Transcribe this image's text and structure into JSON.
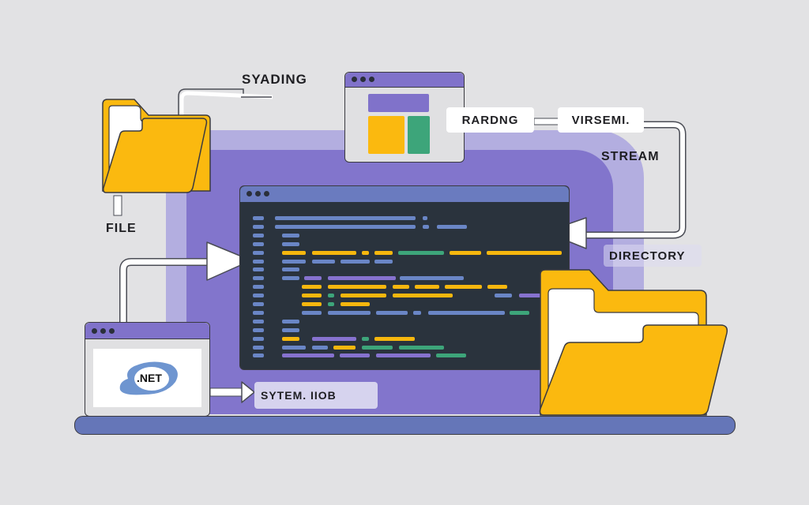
{
  "labels": {
    "top_left": "SYADING",
    "file": "FILE",
    "reading_pill": "RARDNG",
    "version_pill": "VIRSEMI.",
    "stream": "STREAM",
    "directory": "DIRECTORY",
    "system_io": "SYTEM. IIOB",
    "dotnet_logo": ".NET"
  },
  "colors": {
    "background": "#e2e2e4",
    "purple_light": "#b3aee0",
    "purple": "#8275cc",
    "folder_yellow": "#fbb90f",
    "code_bg": "#2a333d",
    "code_titlebar": "#6a7bbf",
    "base_bar": "#6576b8",
    "tok_blue": "#6a86c6",
    "tok_purple": "#8672cf",
    "tok_yellow": "#f6b70e",
    "tok_green": "#3da57a"
  },
  "code_lines": [
    [
      [
        "b",
        0,
        178
      ],
      [
        "b",
        187,
        6
      ],
      [
        "b",
        0,
        0
      ]
    ],
    [
      [
        "b",
        0,
        178
      ],
      [
        "b",
        187,
        8
      ],
      [
        "b",
        205,
        38
      ]
    ],
    [
      [
        "b",
        9,
        22
      ]
    ],
    [
      [
        "b",
        9,
        22
      ]
    ],
    [
      [
        "y",
        9,
        30
      ],
      [
        "y",
        47,
        56
      ],
      [
        "y",
        110,
        9
      ],
      [
        "y",
        126,
        23
      ],
      [
        "g",
        156,
        58
      ],
      [
        "y",
        221,
        40
      ],
      [
        "y",
        268,
        95
      ],
      [
        "y",
        372,
        25
      ]
    ],
    [
      [
        "b",
        9,
        30
      ],
      [
        "b",
        47,
        29
      ],
      [
        "b",
        83,
        37
      ],
      [
        "b",
        126,
        23
      ]
    ],
    [
      [
        "b",
        9,
        22
      ]
    ],
    [
      [
        "b",
        9,
        22
      ],
      [
        "p",
        37,
        22
      ],
      [
        "p",
        67,
        86
      ],
      [
        "b",
        158,
        81
      ]
    ],
    [
      [
        "y",
        34,
        25
      ],
      [
        "y",
        67,
        74
      ],
      [
        "y",
        149,
        21
      ],
      [
        "y",
        177,
        31
      ],
      [
        "y",
        215,
        47
      ],
      [
        "y",
        269,
        25
      ]
    ],
    [
      [
        "y",
        34,
        25
      ],
      [
        "g",
        67,
        8
      ],
      [
        "y",
        83,
        58
      ],
      [
        "y",
        149,
        76
      ],
      [
        "b",
        278,
        22
      ],
      [
        "p",
        309,
        33
      ],
      [
        "p",
        349,
        31
      ],
      [
        "p",
        386,
        9
      ]
    ],
    [
      [
        "y",
        34,
        25
      ],
      [
        "g",
        67,
        8
      ],
      [
        "y",
        83,
        37
      ]
    ],
    [
      [
        "b",
        34,
        25
      ],
      [
        "b",
        67,
        54
      ],
      [
        "b",
        128,
        40
      ],
      [
        "b",
        175,
        10
      ],
      [
        "b",
        194,
        97
      ],
      [
        "g",
        297,
        25
      ]
    ],
    [
      [
        "b",
        9,
        22
      ]
    ],
    [
      [
        "b",
        9,
        22
      ]
    ],
    [
      [
        "y",
        9,
        22
      ],
      [
        "p",
        47,
        56
      ],
      [
        "g",
        110,
        9
      ],
      [
        "y",
        126,
        51
      ]
    ],
    [
      [
        "b",
        9,
        30
      ],
      [
        "b",
        47,
        20
      ],
      [
        "y",
        74,
        28
      ],
      [
        "g",
        110,
        39
      ],
      [
        "g",
        157,
        57
      ]
    ],
    [
      [
        "p",
        9,
        66
      ],
      [
        "p",
        82,
        38
      ],
      [
        "p",
        128,
        69
      ],
      [
        "g",
        204,
        38
      ]
    ]
  ]
}
